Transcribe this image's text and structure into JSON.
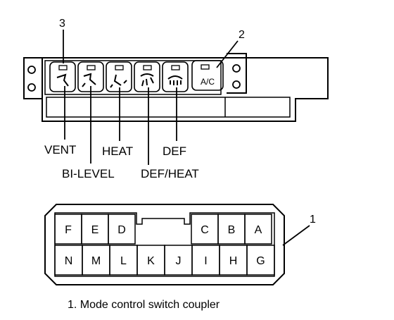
{
  "callouts": {
    "one": "1",
    "two": "2",
    "three": "3"
  },
  "switch_labels": {
    "vent": "VENT",
    "bilevel": "BI-LEVEL",
    "heat": "HEAT",
    "def_heat": "DEF/HEAT",
    "def": "DEF"
  },
  "ac_button": "A/C",
  "pins_top": [
    "F",
    "E",
    "D",
    "C",
    "B",
    "A"
  ],
  "pins_bottom": [
    "N",
    "M",
    "L",
    "K",
    "J",
    "I",
    "H",
    "G"
  ],
  "caption": "1.   Mode control switch coupler"
}
